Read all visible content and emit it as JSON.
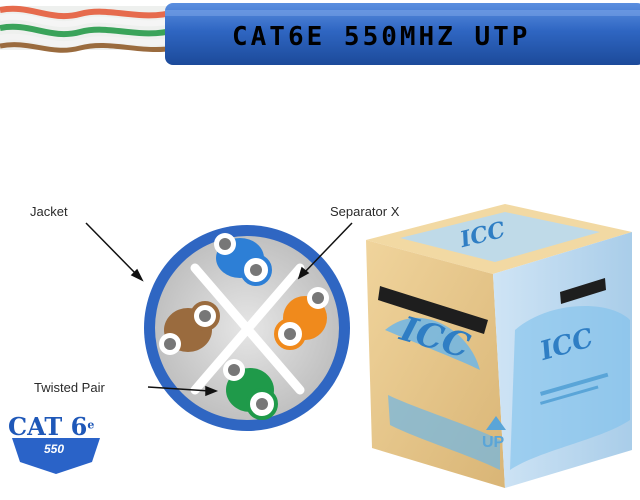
{
  "cable": {
    "jacket_print": "CAT6E 550MHZ UTP",
    "jacket_color": "#2f66c2"
  },
  "cross_section": {
    "jacket_label": "Jacket",
    "separator_label": "Separator X",
    "pair_label": "Twisted Pair",
    "pair_colors": [
      "#2d7fd6",
      "#f08a1c",
      "#1f9a4a",
      "#9a6b3e"
    ]
  },
  "badge": {
    "main": "CAT 6",
    "superscript": "e",
    "sub": "550"
  },
  "box": {
    "brand": "ICC",
    "side_marking": "UP",
    "box_color": "#e9c98c",
    "print_color": "#6fb6e6"
  }
}
